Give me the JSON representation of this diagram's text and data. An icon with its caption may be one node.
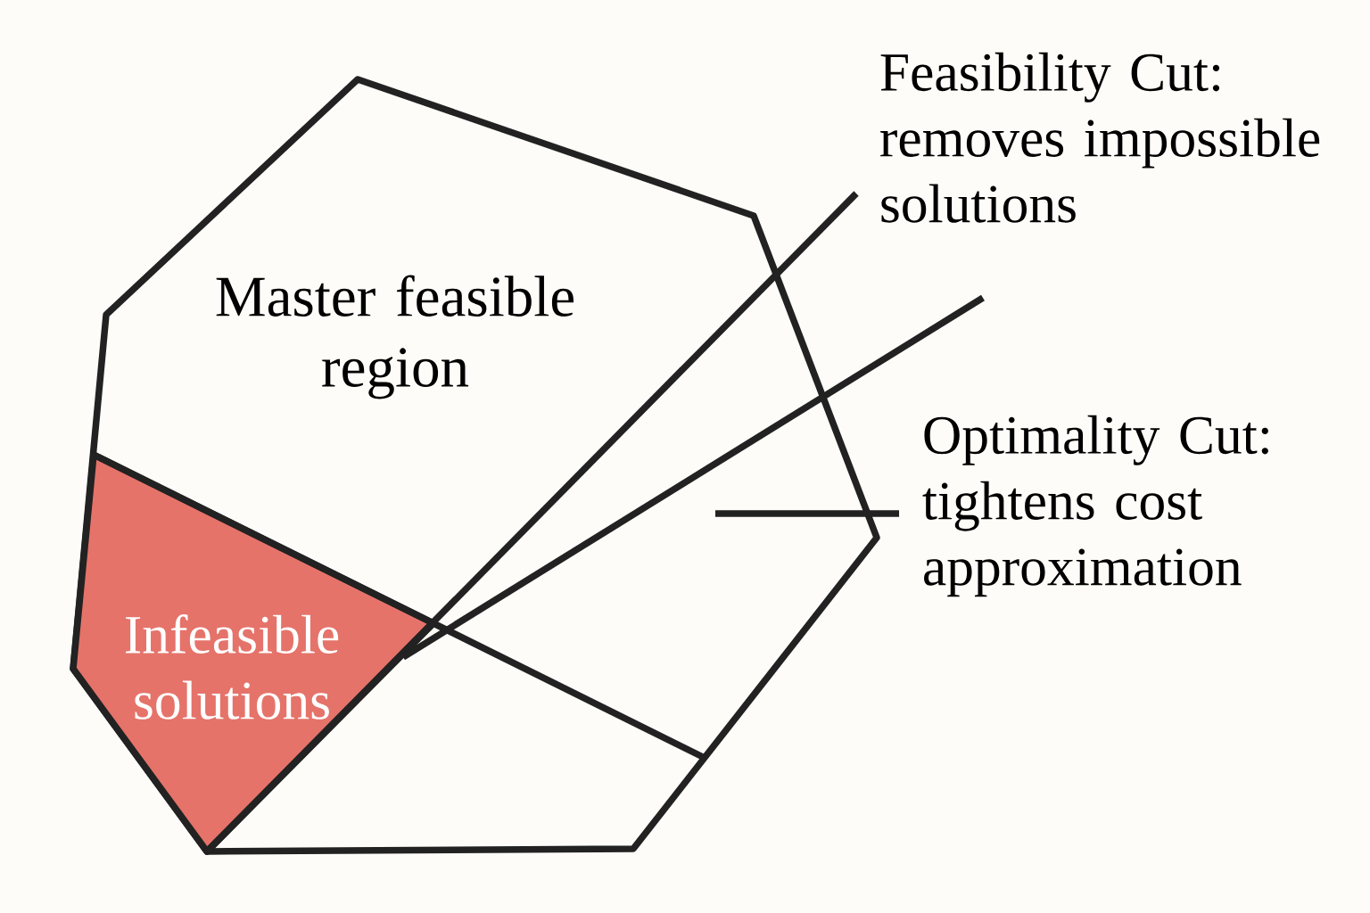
{
  "diagram": {
    "nodes": [
      {
        "text": [
          "Master feasible region"
        ]
      },
      {
        "text": [
          "Infeasible solutions"
        ],
        "in": 0
      },
      {
        "text": [
          "Feasibility Cut: removes impossible solutions"
        ]
      },
      {
        "text": [
          "Optimality Cut: tightens cost approximation"
        ]
      }
    ],
    "edges": [
      {
        "from": 2,
        "to": 0,
        "arrow": "none"
      },
      {
        "from": 3,
        "to": null,
        "arrow": "none"
      },
      {
        "from": 1,
        "to": null,
        "arrow": "none"
      }
    ]
  }
}
